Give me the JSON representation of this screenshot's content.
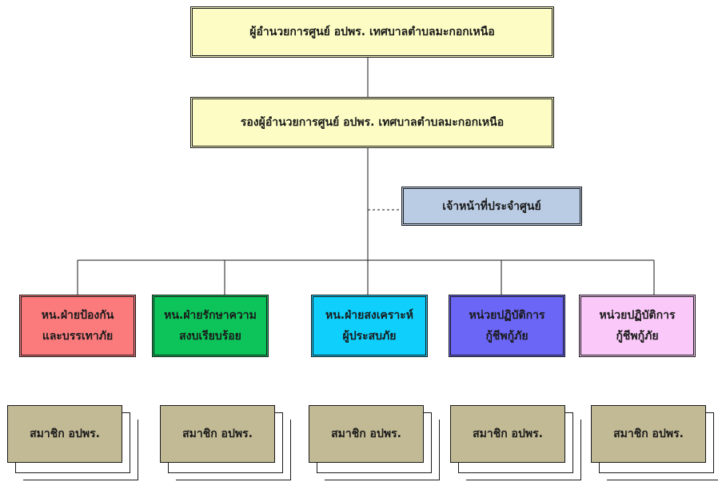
{
  "director": {
    "label": "ผู้อำนวยการศูนย์ อปพร. เทศบาลตำบลมะกอกเหนือ"
  },
  "deputy": {
    "label": "รองผู้อำนวยการศูนย์ อปพร. เทศบาลตำบลมะกอกเหนือ"
  },
  "staff": {
    "label": "เจ้าหน้าที่ประจำศูนย์"
  },
  "units": [
    {
      "line1": "หน.ฝ่ายป้องกัน",
      "line2": "และบรรเทาภัย",
      "color": "#fb7b7d"
    },
    {
      "line1": "หน.ฝ่ายรักษาความ",
      "line2": "สงบเรียบร้อย",
      "color": "#0cc45a"
    },
    {
      "line1": "หน.ฝ่ายสงเคราะห์",
      "line2": "ผู้ประสบภัย",
      "color": "#0fcffc"
    },
    {
      "line1": "หน่วยปฏิบัติการ",
      "line2": "กู้ชีพกู้ภัย",
      "color": "#6b66f6"
    },
    {
      "line1": "หน่วยปฏิบัติการ",
      "line2": "กู้ชีพกู้ภัย",
      "color": "#fbc8fa"
    }
  ],
  "members": [
    {
      "label": "สมาชิก อปพร."
    },
    {
      "label": "สมาชิก อปพร."
    },
    {
      "label": "สมาชิก อปพร."
    },
    {
      "label": "สมาชิก อปพร."
    },
    {
      "label": "สมาชิก อปพร."
    }
  ],
  "colors": {
    "header_fill": "#fcfcc4",
    "staff_fill": "#b9cce4",
    "member_fill": "#c2ba95"
  }
}
